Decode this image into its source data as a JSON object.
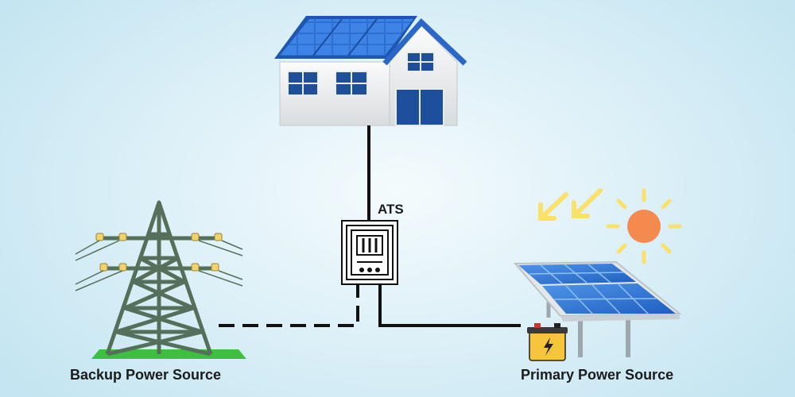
{
  "labels": {
    "ats": "ATS",
    "backup": "Backup Power Source",
    "primary": "Primary Power Source"
  },
  "colors": {
    "wire": "#111111",
    "sun": "#f58a4f",
    "sun_rays": "#fbe06a",
    "panel": "#2f6fcf",
    "roof": "#1f5fbf",
    "tower": "#55705a",
    "grass": "#3fbf3f",
    "battery": "#f6c53b"
  }
}
